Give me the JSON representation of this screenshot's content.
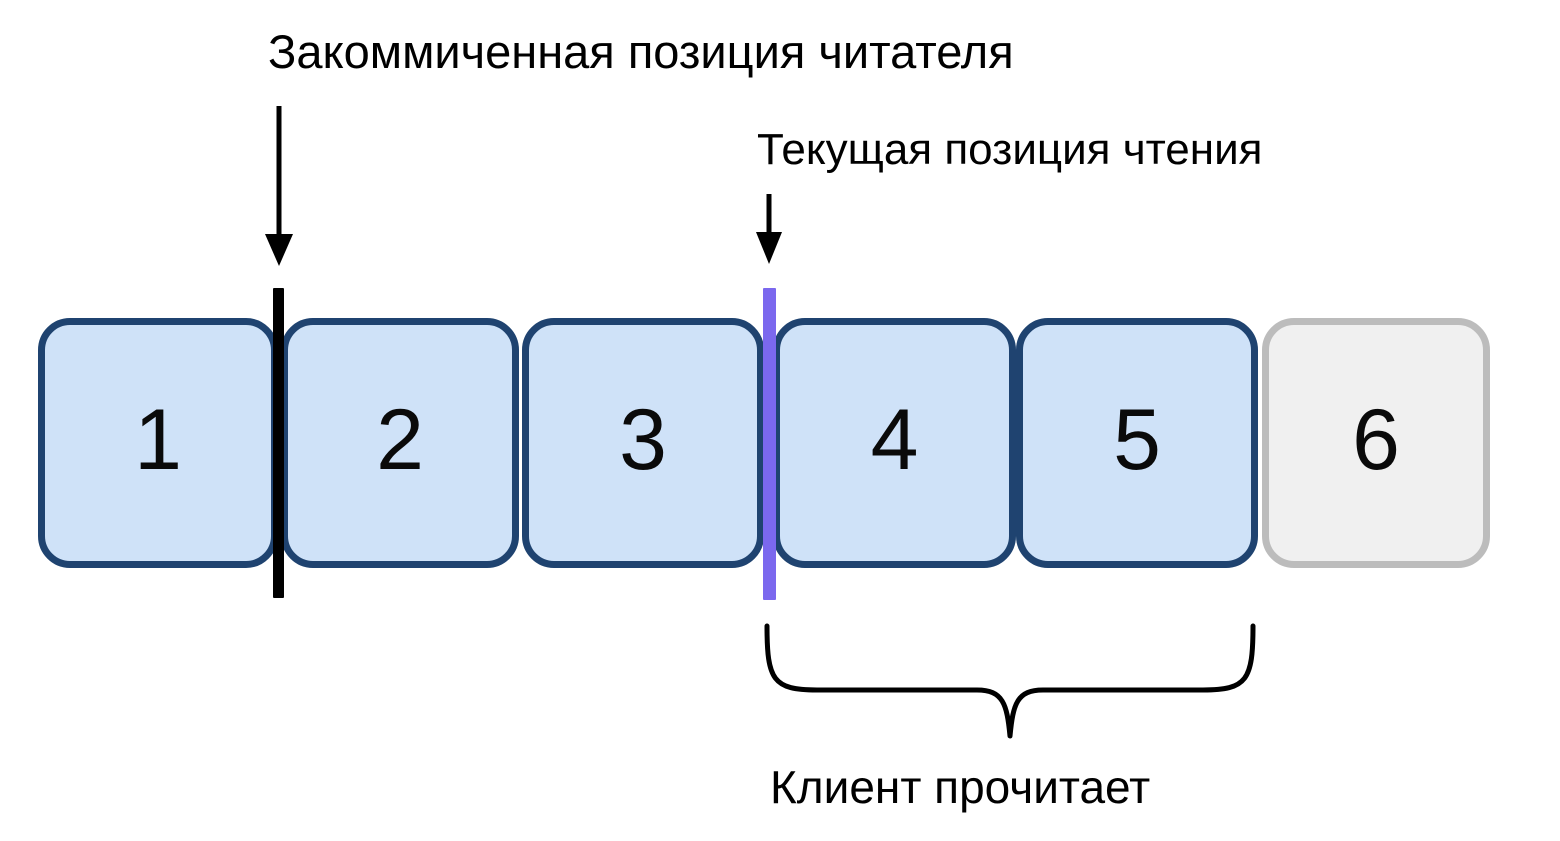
{
  "diagram": {
    "type": "log-partition-offsets",
    "background_color": "#ffffff",
    "annotations": {
      "committed_position_label": "Закоммиченная позиция читателя",
      "current_read_position_label": "Текущая позиция чтения",
      "client_will_read_label": "Клиент прочитает"
    },
    "records": [
      {
        "number": "1",
        "state": "committed"
      },
      {
        "number": "2",
        "state": "committed"
      },
      {
        "number": "3",
        "state": "committed"
      },
      {
        "number": "4",
        "state": "committed"
      },
      {
        "number": "5",
        "state": "committed"
      },
      {
        "number": "6",
        "state": "pending"
      }
    ],
    "markers": [
      {
        "name": "committed-offset-marker",
        "color": "#000000",
        "after_record": "1",
        "label": "Закоммиченная позиция читателя"
      },
      {
        "name": "current-read-offset-marker",
        "color": "#7b68ee",
        "after_record": "3",
        "label": "Текущая позиция чтения"
      }
    ],
    "brace": {
      "name": "client-will-read-brace",
      "covers_records": [
        "4",
        "5"
      ],
      "label": "Клиент прочитает",
      "color": "#000000"
    },
    "colors": {
      "record_fill_committed": "#cfe2f8",
      "record_border_committed": "#1f4370",
      "record_fill_pending": "#f0f0f0",
      "record_border_pending": "#bcbcbc",
      "marker_committed": "#000000",
      "marker_current": "#7b68ee",
      "text": "#000000"
    }
  }
}
